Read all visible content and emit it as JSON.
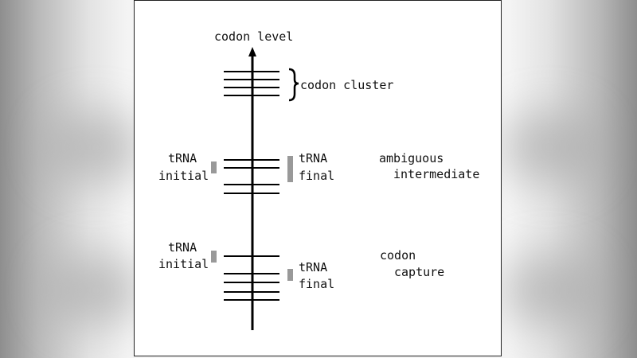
{
  "diagram": {
    "axis_label": "codon level",
    "cluster_label": "codon cluster",
    "stages": [
      {
        "name": "ambiguous intermediate",
        "stage_line1": "ambiguous",
        "stage_line2": "intermediate",
        "initial_line1": "tRNA",
        "initial_line2": "initial",
        "final_line1": "tRNA",
        "final_line2": "final"
      },
      {
        "name": "codon capture",
        "stage_line1": "codon",
        "stage_line2": "capture",
        "initial_line1": "tRNA",
        "initial_line2": "initial",
        "final_line1": "tRNA",
        "final_line2": "final"
      }
    ]
  },
  "colors": {
    "line": "#000000",
    "trna_bar": "#999999",
    "background": "#ffffff"
  }
}
